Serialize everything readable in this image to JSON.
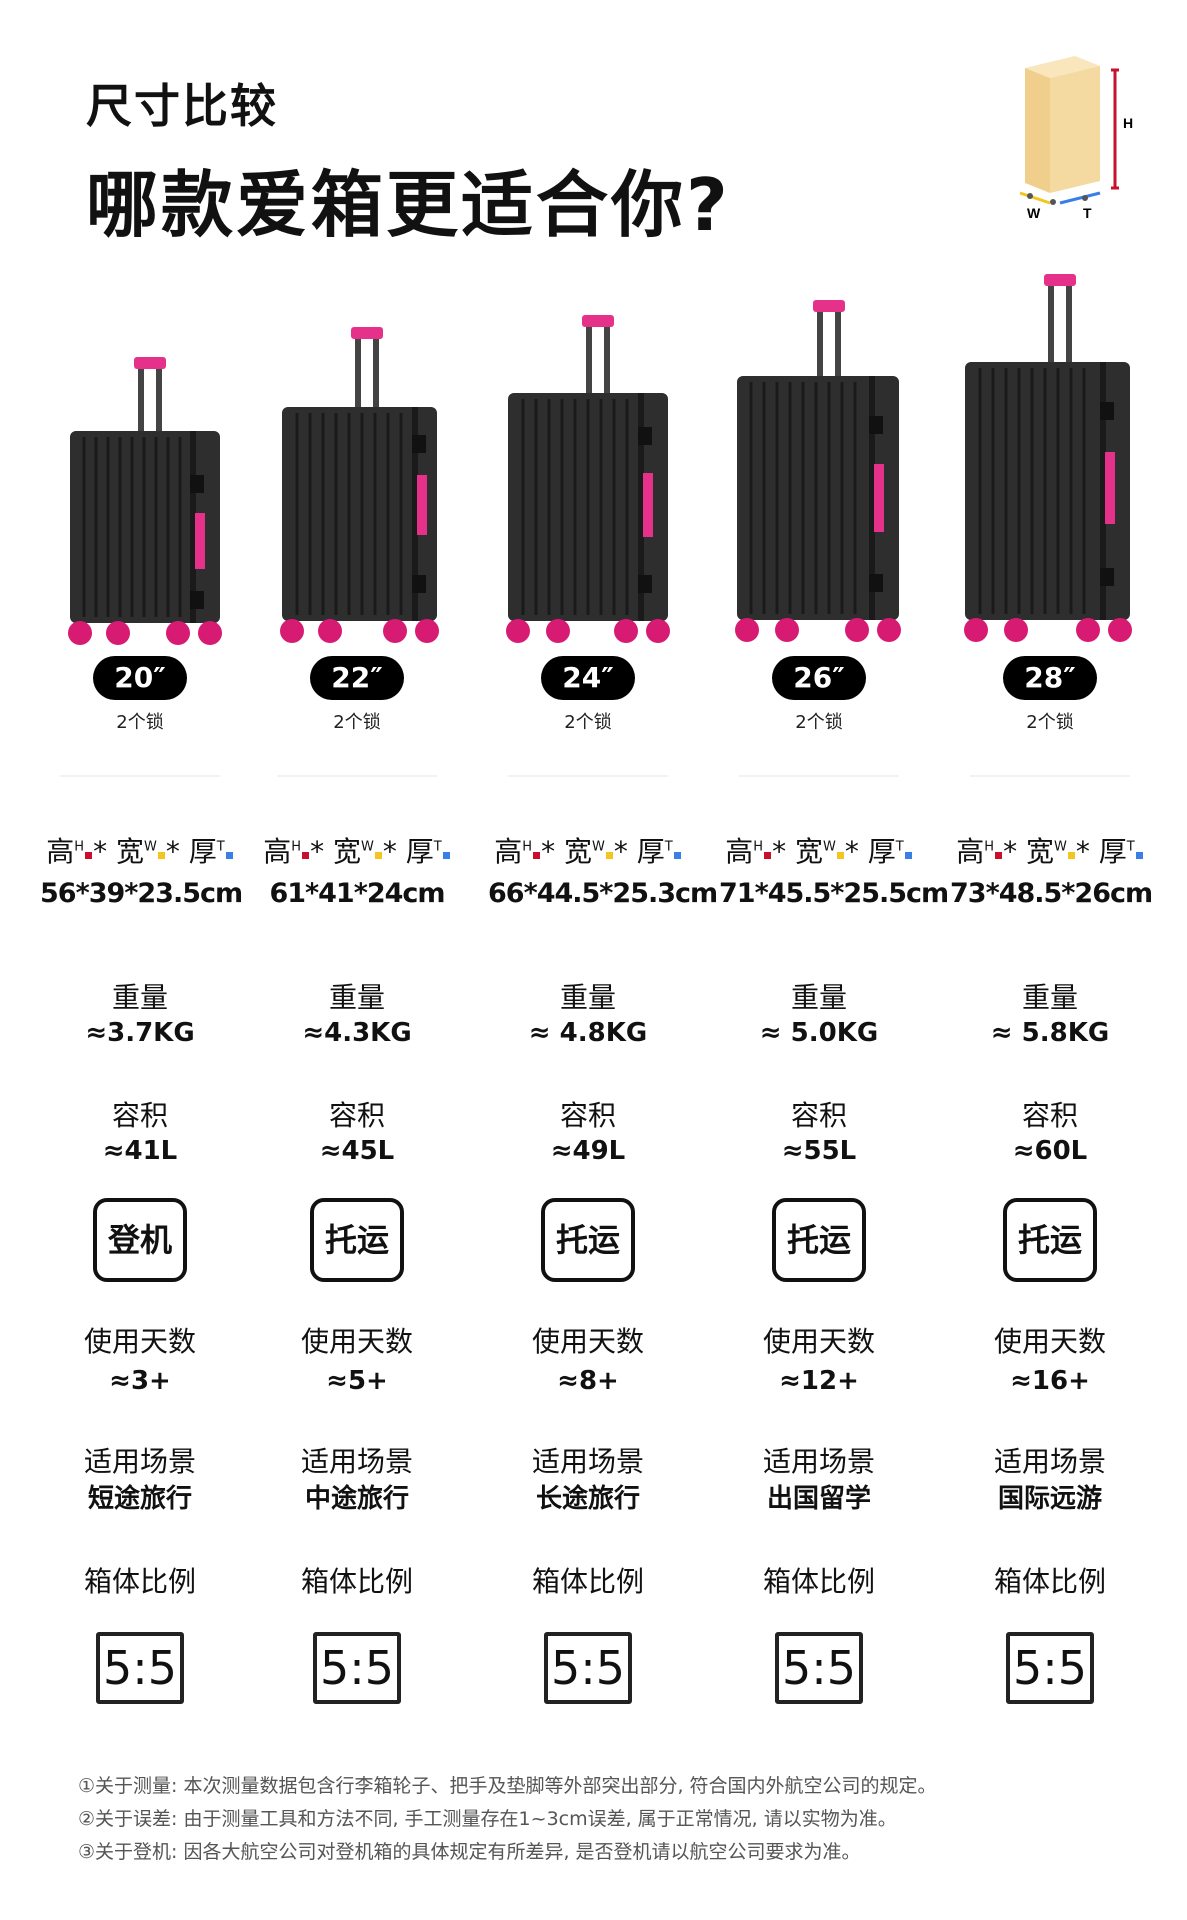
{
  "header": {
    "subtitle": "尺寸比较",
    "title": "哪款爱箱更适合你?",
    "dim_icon": {
      "h": "H",
      "w": "W",
      "t": "T"
    }
  },
  "colors": {
    "accent": "#e6318a",
    "body": "#2e2e2e",
    "cube": "#f4d9a0",
    "h_line": "#c8102e",
    "w_line": "#f2c61c",
    "t_line": "#3a7ee8"
  },
  "columns": [
    {
      "size": "20″",
      "locks": "2个锁",
      "dims_label": {
        "h": "高",
        "w": "宽",
        "t": "厚"
      },
      "dims": "56*39*23.5cm",
      "weight_label": "重量",
      "weight": "≈3.7KG",
      "volume_label": "容积",
      "volume": "≈41L",
      "tag": "登机",
      "days_label": "使用天数",
      "days": "≈3+",
      "scene_label": "适用场景",
      "scene": "短途旅行",
      "ratio_label": "箱体比例",
      "ratio": "5:5"
    },
    {
      "size": "22″",
      "locks": "2个锁",
      "dims_label": {
        "h": "高",
        "w": "宽",
        "t": "厚"
      },
      "dims": "61*41*24cm",
      "weight_label": "重量",
      "weight": "≈4.3KG",
      "volume_label": "容积",
      "volume": "≈45L",
      "tag": "托运",
      "days_label": "使用天数",
      "days": "≈5+",
      "scene_label": "适用场景",
      "scene": "中途旅行",
      "ratio_label": "箱体比例",
      "ratio": "5:5"
    },
    {
      "size": "24″",
      "locks": "2个锁",
      "dims_label": {
        "h": "高",
        "w": "宽",
        "t": "厚"
      },
      "dims": "66*44.5*25.3cm",
      "weight_label": "重量",
      "weight": "≈ 4.8KG",
      "volume_label": "容积",
      "volume": "≈49L",
      "tag": "托运",
      "days_label": "使用天数",
      "days": "≈8+",
      "scene_label": "适用场景",
      "scene": "长途旅行",
      "ratio_label": "箱体比例",
      "ratio": "5:5"
    },
    {
      "size": "26″",
      "locks": "2个锁",
      "dims_label": {
        "h": "高",
        "w": "宽",
        "t": "厚"
      },
      "dims": "71*45.5*25.5cm",
      "weight_label": "重量",
      "weight": "≈ 5.0KG",
      "volume_label": "容积",
      "volume": "≈55L",
      "tag": "托运",
      "days_label": "使用天数",
      "days": "≈12+",
      "scene_label": "适用场景",
      "scene": "出国留学",
      "ratio_label": "箱体比例",
      "ratio": "5:5"
    },
    {
      "size": "28″",
      "locks": "2个锁",
      "dims_label": {
        "h": "高",
        "w": "宽",
        "t": "厚"
      },
      "dims": "73*48.5*26cm",
      "weight_label": "重量",
      "weight": "≈ 5.8KG",
      "volume_label": "容积",
      "volume": "≈60L",
      "tag": "托运",
      "days_label": "使用天数",
      "days": "≈16+",
      "scene_label": "适用场景",
      "scene": "国际远游",
      "ratio_label": "箱体比例",
      "ratio": "5:5"
    }
  ],
  "notes": [
    "①关于测量: 本次测量数据包含行李箱轮子、把手及垫脚等外部突出部分, 符合国内外航空公司的规定。",
    "②关于误差: 由于测量工具和方法不同, 手工测量存在1~3cm误差, 属于正常情况, 请以实物为准。",
    "③关于登机: 因各大航空公司对登机箱的具体规定有所差异, 是否登机请以航空公司要求为准。"
  ]
}
